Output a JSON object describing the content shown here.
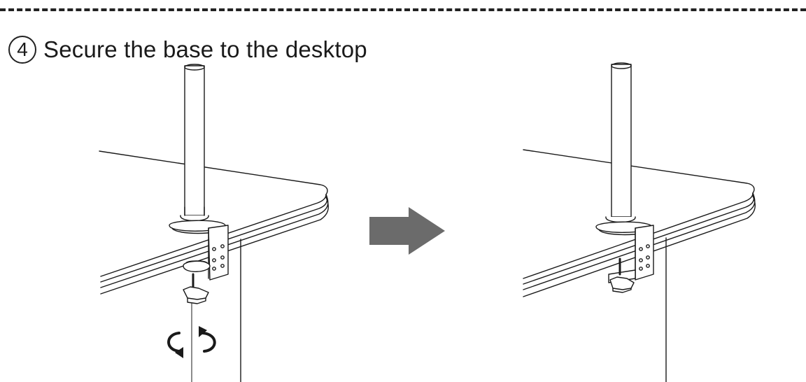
{
  "step": {
    "number": "4",
    "title": "Secure the base to the desktop"
  },
  "figures": [
    {
      "name": "figure-before",
      "description_visible": false
    },
    {
      "name": "figure-after",
      "description_visible": false
    }
  ],
  "icons": {
    "transition": "arrow-right-icon",
    "rotation": "rotate-arrows-icon"
  },
  "colors": {
    "line": "#1a1a1a",
    "arrow": "#6b6b6b"
  }
}
